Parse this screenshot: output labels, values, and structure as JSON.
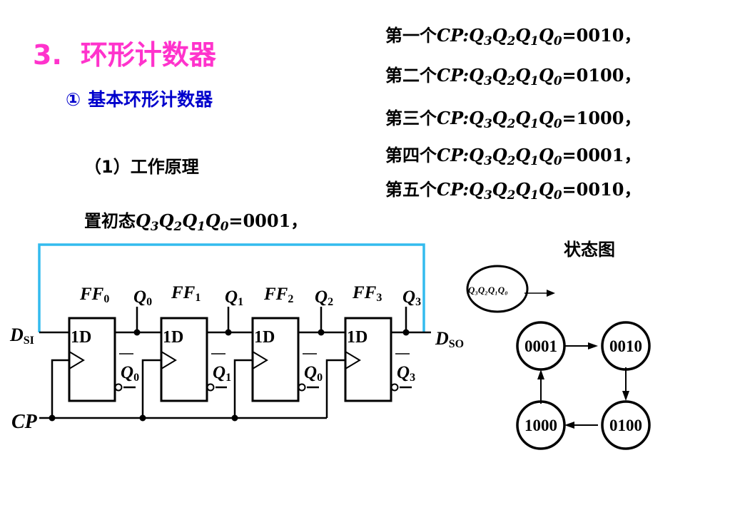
{
  "heading": {
    "number": "3.",
    "title": "环形计数器"
  },
  "subheading": {
    "marker": "①",
    "text": "基本环形计数器"
  },
  "principle": "（1）工作原理",
  "initial_state": {
    "prefix": "置初态",
    "value": "0001"
  },
  "cp_sequence": [
    {
      "label": "第一个",
      "value": "0010"
    },
    {
      "label": "第二个",
      "value": "0100"
    },
    {
      "label": "第三个",
      "value": "1000"
    },
    {
      "label": "第四个",
      "value": "0001"
    },
    {
      "label": "第五个",
      "value": "0010"
    }
  ],
  "state_diagram": {
    "title": "状态图",
    "legend": "Q₃Q₂Q₁Q₀",
    "states": [
      "0001",
      "0010",
      "0100",
      "1000"
    ]
  },
  "circuit": {
    "flip_flops": [
      {
        "name": "FF",
        "index": "0",
        "input": "1D",
        "q": "Q",
        "q_index": "0",
        "qbar_index": "0"
      },
      {
        "name": "FF",
        "index": "1",
        "input": "1D",
        "q": "Q",
        "q_index": "1",
        "qbar_index": "1"
      },
      {
        "name": "FF",
        "index": "2",
        "input": "1D",
        "q": "Q",
        "q_index": "2",
        "qbar_index": "0"
      },
      {
        "name": "FF",
        "index": "3",
        "input": "1D",
        "q": "Q",
        "q_index": "3",
        "qbar_index": "3"
      }
    ],
    "serial_in": {
      "main": "D",
      "sub": "SI"
    },
    "serial_out": {
      "main": "D",
      "sub": "SO"
    },
    "clock": "CP"
  },
  "colors": {
    "heading": "#ff33cc",
    "subheading": "#0000cc",
    "feedback_wire": "#33bbee"
  }
}
